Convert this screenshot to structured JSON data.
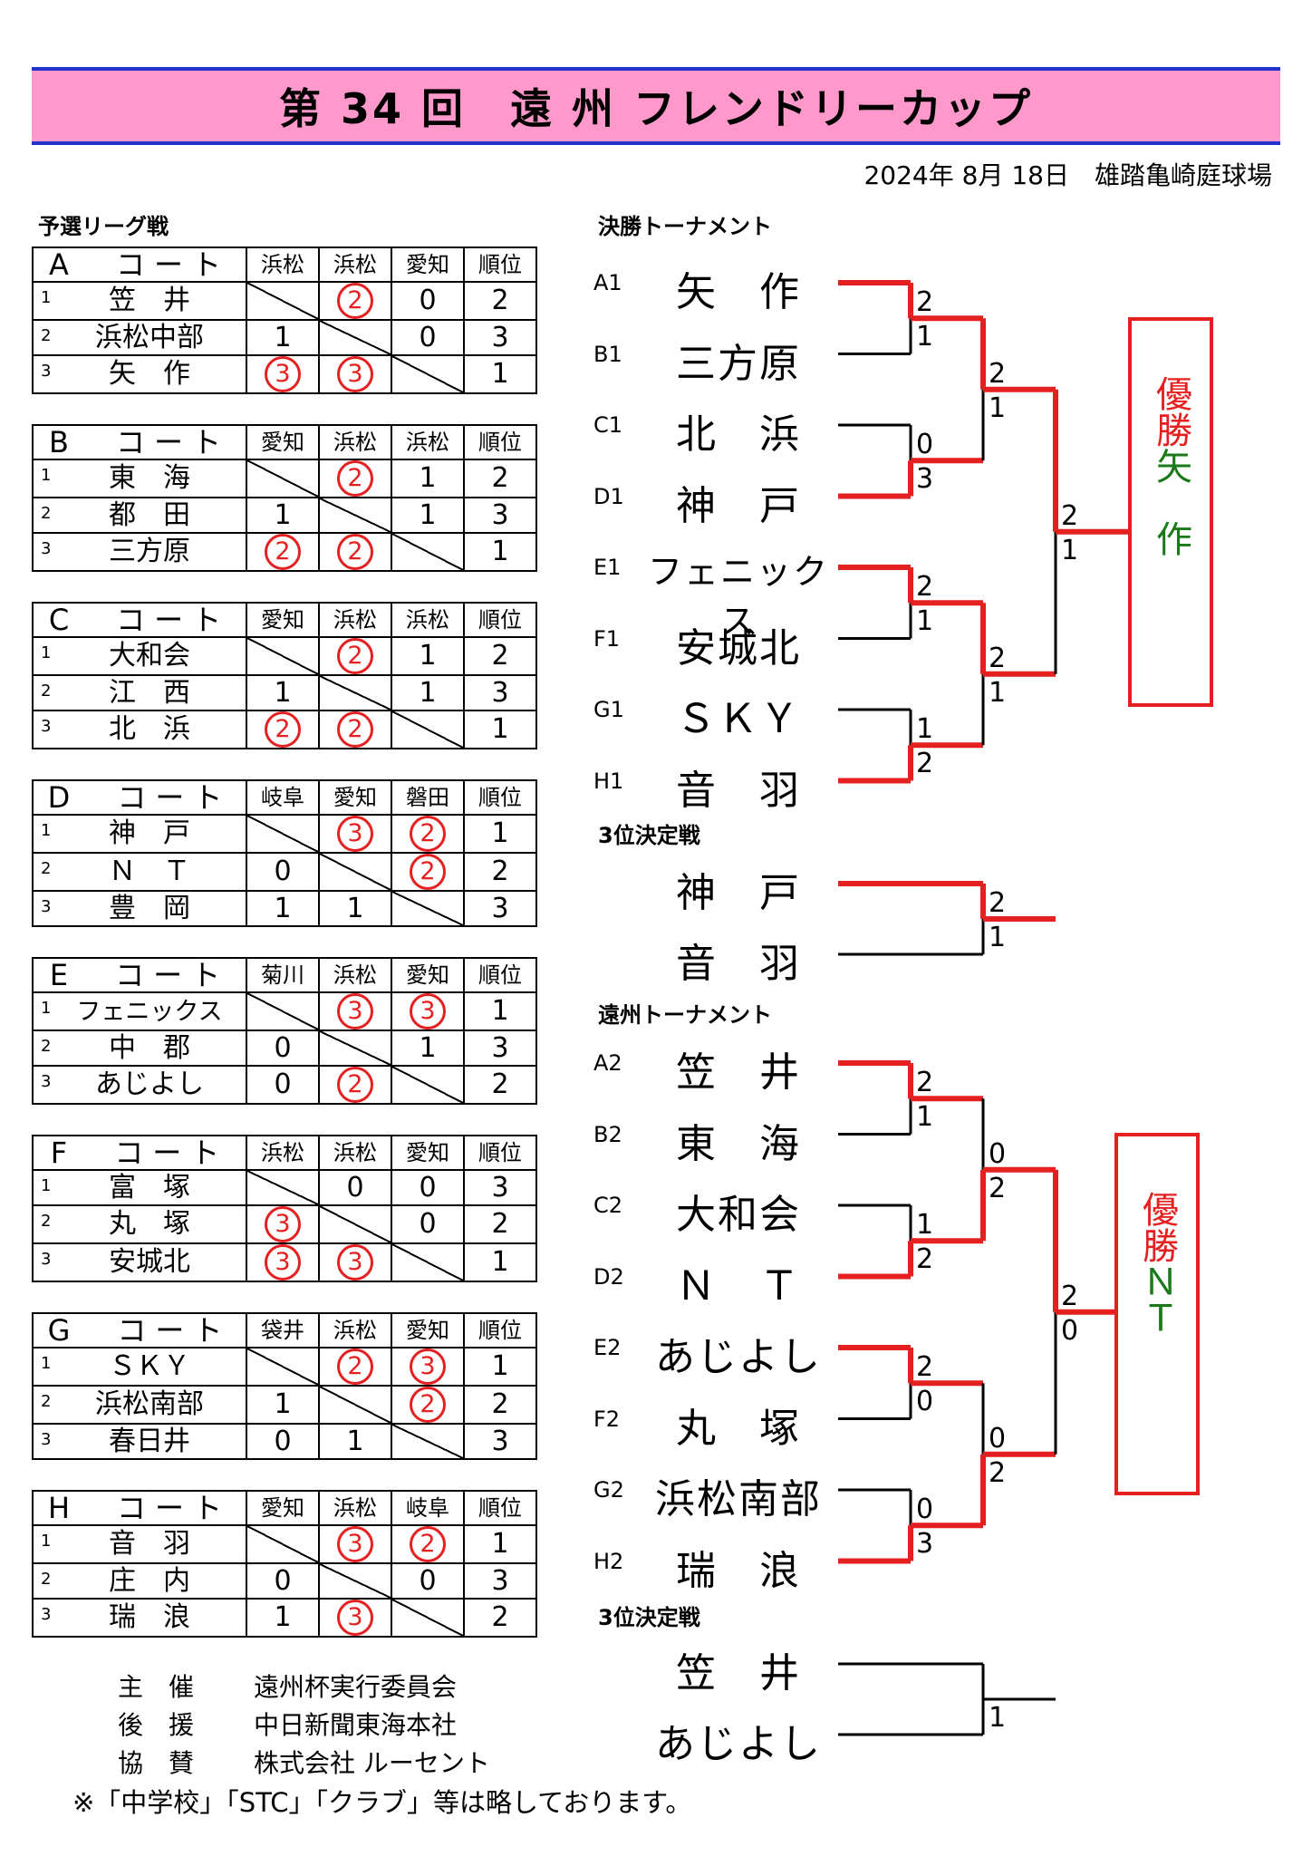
{
  "header": {
    "title": "第 34 回　遠 州 フレンドリーカップ",
    "date_venue": "2024年 8月 18日　雄踏亀崎庭球場"
  },
  "league": {
    "heading": "予選リーグ戦",
    "courts": [
      {
        "court": "A　コート",
        "opponents": [
          "浜松",
          "浜松",
          "愛知"
        ],
        "rank_label": "順位",
        "teams": [
          {
            "no": "1",
            "name": "笠　井",
            "cells": [
              "",
              "2",
              "0"
            ],
            "rank": "2"
          },
          {
            "no": "2",
            "name": "浜松中部",
            "cells": [
              "1",
              "",
              "0"
            ],
            "rank": "3"
          },
          {
            "no": "3",
            "name": "矢　作",
            "cells": [
              "3",
              "3",
              ""
            ],
            "rank": "1"
          }
        ]
      },
      {
        "court": "B　コート",
        "opponents": [
          "愛知",
          "浜松",
          "浜松"
        ],
        "rank_label": "順位",
        "teams": [
          {
            "no": "1",
            "name": "東　海",
            "cells": [
              "",
              "2",
              "1"
            ],
            "rank": "2"
          },
          {
            "no": "2",
            "name": "都　田",
            "cells": [
              "1",
              "",
              "1"
            ],
            "rank": "3"
          },
          {
            "no": "3",
            "name": "三方原",
            "cells": [
              "2",
              "2",
              ""
            ],
            "rank": "1"
          }
        ]
      },
      {
        "court": "C　コート",
        "opponents": [
          "愛知",
          "浜松",
          "浜松"
        ],
        "rank_label": "順位",
        "teams": [
          {
            "no": "1",
            "name": "大和会",
            "cells": [
              "",
              "2",
              "1"
            ],
            "rank": "2"
          },
          {
            "no": "2",
            "name": "江　西",
            "cells": [
              "1",
              "",
              "1"
            ],
            "rank": "3"
          },
          {
            "no": "3",
            "name": "北　浜",
            "cells": [
              "2",
              "2",
              ""
            ],
            "rank": "1"
          }
        ]
      },
      {
        "court": "D　コート",
        "opponents": [
          "岐阜",
          "愛知",
          "磐田"
        ],
        "rank_label": "順位",
        "teams": [
          {
            "no": "1",
            "name": "神　戸",
            "cells": [
              "",
              "3",
              "2"
            ],
            "rank": "1"
          },
          {
            "no": "2",
            "name": "Ｎ　Ｔ",
            "cells": [
              "0",
              "",
              "2"
            ],
            "rank": "2"
          },
          {
            "no": "3",
            "name": "豊　岡",
            "cells": [
              "1",
              "1",
              ""
            ],
            "rank": "3"
          }
        ]
      },
      {
        "court": "E　コート",
        "opponents": [
          "菊川",
          "浜松",
          "愛知"
        ],
        "rank_label": "順位",
        "teams": [
          {
            "no": "1",
            "name": "フェニックス",
            "cells": [
              "",
              "3",
              "3"
            ],
            "rank": "1"
          },
          {
            "no": "2",
            "name": "中　郡",
            "cells": [
              "0",
              "",
              "1"
            ],
            "rank": "3"
          },
          {
            "no": "3",
            "name": "あじよし",
            "cells": [
              "0",
              "2",
              ""
            ],
            "rank": "2"
          }
        ]
      },
      {
        "court": "F　コート",
        "opponents": [
          "浜松",
          "浜松",
          "愛知"
        ],
        "rank_label": "順位",
        "teams": [
          {
            "no": "1",
            "name": "富　塚",
            "cells": [
              "",
              "0",
              "0"
            ],
            "rank": "3"
          },
          {
            "no": "2",
            "name": "丸　塚",
            "cells": [
              "3",
              "",
              "0"
            ],
            "rank": "2"
          },
          {
            "no": "3",
            "name": "安城北",
            "cells": [
              "3",
              "3",
              ""
            ],
            "rank": "1"
          }
        ]
      },
      {
        "court": "G　コート",
        "opponents": [
          "袋井",
          "浜松",
          "愛知"
        ],
        "rank_label": "順位",
        "teams": [
          {
            "no": "1",
            "name": "ＳＫＹ",
            "cells": [
              "",
              "2",
              "3"
            ],
            "rank": "1"
          },
          {
            "no": "2",
            "name": "浜松南部",
            "cells": [
              "1",
              "",
              "2"
            ],
            "rank": "2"
          },
          {
            "no": "3",
            "name": "春日井",
            "cells": [
              "0",
              "1",
              ""
            ],
            "rank": "3"
          }
        ]
      },
      {
        "court": "H　コート",
        "opponents": [
          "愛知",
          "浜松",
          "岐阜"
        ],
        "rank_label": "順位",
        "teams": [
          {
            "no": "1",
            "name": "音　羽",
            "cells": [
              "",
              "3",
              "2"
            ],
            "rank": "1"
          },
          {
            "no": "2",
            "name": "庄　内",
            "cells": [
              "0",
              "",
              "0"
            ],
            "rank": "3"
          },
          {
            "no": "3",
            "name": "瑞　浪",
            "cells": [
              "1",
              "3",
              ""
            ],
            "rank": "2"
          }
        ]
      }
    ]
  },
  "final_tournament": {
    "heading": "決勝トーナメント",
    "entries": [
      {
        "seed": "A1",
        "team": "矢　作"
      },
      {
        "seed": "B1",
        "team": "三方原"
      },
      {
        "seed": "C1",
        "team": "北　浜"
      },
      {
        "seed": "D1",
        "team": "神　戸"
      },
      {
        "seed": "E1",
        "team": "フェニックス"
      },
      {
        "seed": "F1",
        "team": "安城北"
      },
      {
        "seed": "G1",
        "team": "ＳＫＹ"
      },
      {
        "seed": "H1",
        "team": "音　羽"
      }
    ],
    "r1_scores": [
      [
        "2",
        "1"
      ],
      [
        "0",
        "3"
      ],
      [
        "2",
        "1"
      ],
      [
        "1",
        "2"
      ]
    ],
    "r2_scores": [
      [
        "2",
        "1"
      ],
      [
        "2",
        "1"
      ]
    ],
    "final_scores": [
      "2",
      "1"
    ],
    "champion": {
      "label": "優勝",
      "team": "矢　作"
    },
    "third": {
      "heading": "3位決定戦",
      "teams": [
        "神　戸",
        "音　羽"
      ],
      "scores": [
        "2",
        "1"
      ]
    }
  },
  "enshu_tournament": {
    "heading": "遠州トーナメント",
    "entries": [
      {
        "seed": "A2",
        "team": "笠　井"
      },
      {
        "seed": "B2",
        "team": "東　海"
      },
      {
        "seed": "C2",
        "team": "大和会"
      },
      {
        "seed": "D2",
        "team": "Ｎ　Ｔ"
      },
      {
        "seed": "E2",
        "team": "あじよし"
      },
      {
        "seed": "F2",
        "team": "丸　塚"
      },
      {
        "seed": "G2",
        "team": "浜松南部"
      },
      {
        "seed": "H2",
        "team": "瑞　浪"
      }
    ],
    "r1_scores": [
      [
        "2",
        "1"
      ],
      [
        "1",
        "2"
      ],
      [
        "2",
        "0"
      ],
      [
        "0",
        "3"
      ]
    ],
    "r2_scores": [
      [
        "0",
        "2"
      ],
      [
        "0",
        "2"
      ]
    ],
    "final_scores": [
      "2",
      "0"
    ],
    "champion": {
      "label": "優勝",
      "team": "ＮＴ"
    },
    "third": {
      "heading": "3位決定戦",
      "teams": [
        "笠　井",
        "あじよし"
      ],
      "scores": [
        "",
        "1"
      ]
    }
  },
  "footer": {
    "credits": [
      {
        "role": "主　催",
        "org": "遠州杯実行委員会"
      },
      {
        "role": "後　援",
        "org": "中日新聞東海本社"
      },
      {
        "role": "協　賛",
        "org": "株式会社 ルーセント"
      }
    ],
    "note": "※「中学校」「STC」「クラブ」等は略しております。"
  },
  "colors": {
    "accent_red": "#e52020",
    "banner_pink": "#ff99cc",
    "banner_border": "#2233cc",
    "winner_green": "#1a7a1a"
  }
}
